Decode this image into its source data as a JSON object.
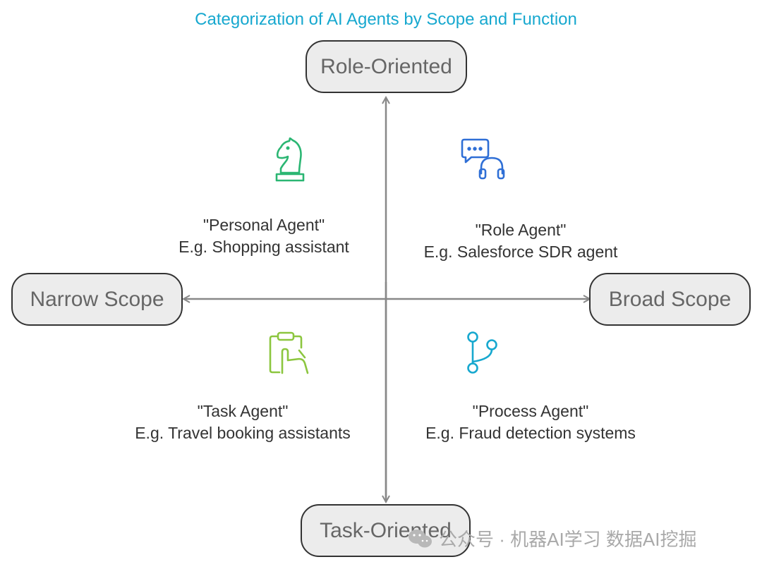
{
  "title": "Categorization of AI Agents by Scope and Function",
  "axes": {
    "top": "Role-Oriented",
    "bottom": "Task-Oriented",
    "left": "Narrow Scope",
    "right": "Broad Scope"
  },
  "quadrants": {
    "top_left": {
      "name": "\"Personal Agent\"",
      "example": "E.g. Shopping assistant",
      "icon": "chess-knight-icon",
      "color": "#2bb673"
    },
    "top_right": {
      "name": "\"Role Agent\"",
      "example": "E.g. Salesforce SDR agent",
      "icon": "chat-headset-icon",
      "color": "#2f6fd6"
    },
    "bottom_left": {
      "name": "\"Task Agent\"",
      "example": "E.g. Travel booking assistants",
      "icon": "clipboard-hand-icon",
      "color": "#8cc63f"
    },
    "bottom_right": {
      "name": "\"Process Agent\"",
      "example": "E.g. Fraud detection systems",
      "icon": "branch-icon",
      "color": "#17a8cf"
    }
  },
  "watermark": "公众号 · 机器AI学习 数据AI挖掘",
  "colors": {
    "title": "#17a8cf",
    "axis": "#888888",
    "pill_bg": "#ececec",
    "pill_border": "#333333"
  }
}
